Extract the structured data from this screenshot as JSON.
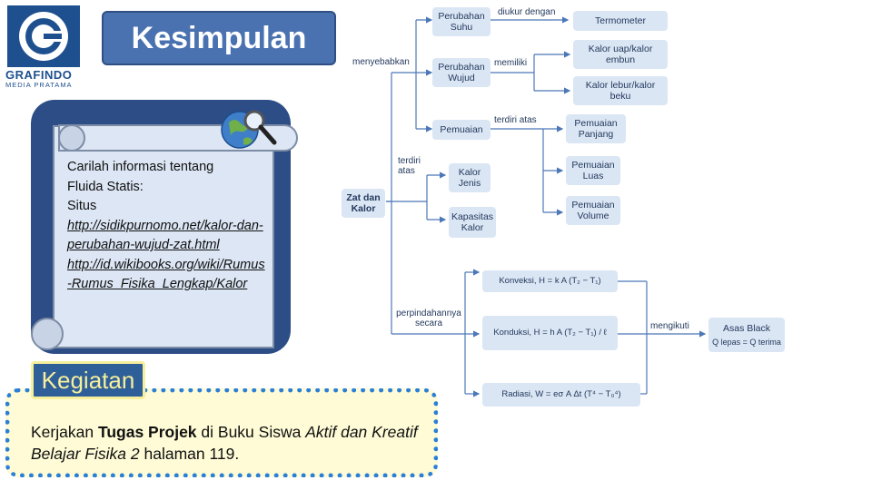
{
  "logo": {
    "name": "GRAFINDO",
    "sub": "MEDIA PRATAMA"
  },
  "title": "Kesimpulan",
  "scroll": {
    "line1": "Carilah informasi tentang",
    "line2": "Fluida Statis:",
    "line3": "Situs",
    "link1": "http://sidikpurnomo.net/kalor-dan-perubahan-wujud-zat.html",
    "link2": "http://id.wikibooks.org/wiki/Rumus-Rumus_Fisika_Lengkap/Kalor"
  },
  "kegiatan": {
    "label": "Kegiatan",
    "text_pre": "Kerjakan ",
    "text_bold": "Tugas Projek",
    "text_mid": " di Buku Siswa ",
    "text_italic": "Aktif dan Kreatif Belajar Fisika 2",
    "text_post": " halaman 119."
  },
  "concept_map": {
    "root": "Zat dan Kalor",
    "labels": {
      "menyebabkan": "menyebabkan",
      "diukur": "diukur dengan",
      "memiliki": "memiliki",
      "terdiri_atas": "terdiri atas",
      "terdiri_atas2": "terdiri atas",
      "perpindahan": "perpindahannya secara",
      "mengikuti": "mengikuti"
    },
    "nodes": {
      "perubahan_suhu": "Perubahan Suhu",
      "termometer": "Termometer",
      "perubahan_wujud": "Perubahan Wujud",
      "kalor_uap": "Kalor uap/kalor embun",
      "kalor_lebur": "Kalor lebur/kalor beku",
      "pemuaian": "Pemuaian",
      "pemuaian_panjang": "Pemuaian Panjang",
      "pemuaian_luas": "Pemuaian Luas",
      "pemuaian_volume": "Pemuaian Volume",
      "kalor_jenis": "Kalor Jenis",
      "kapasitas_kalor": "Kapasitas Kalor",
      "konveksi": "Konveksi, H = k A (T₂ − T₁)",
      "konduksi": "Konduksi, H = h A (T₂ − T₁) / ℓ",
      "radiasi": "Radiasi, W = eσ A Δt (T⁴ − T₀⁴)",
      "asas_black": "Asas Black",
      "asas_black_eq": "Q lepas = Q terima"
    }
  },
  "colors": {
    "title_bg": "#4a72b0",
    "scroll_shadow": "#2d4d86",
    "node_bg": "#dbe6f4",
    "line": "#4c78b8",
    "kegiatan_border": "#2a7fd6"
  }
}
